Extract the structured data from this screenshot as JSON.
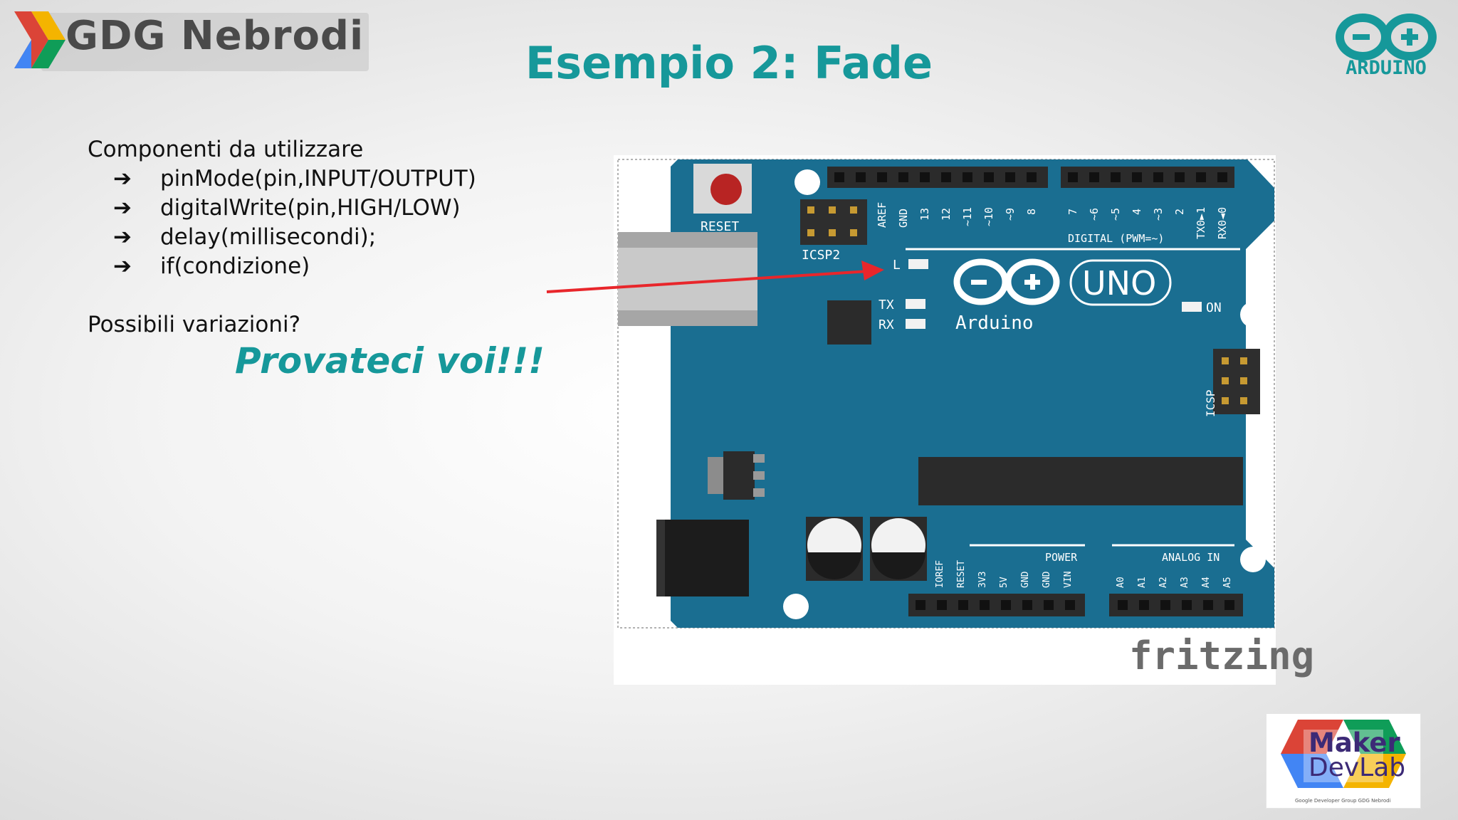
{
  "header": {
    "gdg_logo_text": "GDG Nebrodi",
    "title": "Esempio 2: Fade",
    "arduino_logo_text": "ARDUINO"
  },
  "content": {
    "components_heading": "Componenti da utilizzare",
    "bullet_symbol": "➔",
    "components": [
      "pinMode(pin,INPUT/OUTPUT)",
      "digitalWrite(pin,HIGH/LOW)",
      "delay(millisecondi);",
      "if(condizione)"
    ],
    "variations_question": "Possibili variazioni?",
    "call_to_action": "Provateci voi!!!"
  },
  "board": {
    "reset_label": "RESET",
    "icsp2_label": "ICSP2",
    "icsp_label": "ICSP",
    "l_label": "L",
    "tx_label": "TX",
    "rx_label": "RX",
    "on_label": "ON",
    "uno_label": "UNO",
    "brand_label": "Arduino",
    "digital_label": "DIGITAL (PWM=~)",
    "power_label": "POWER",
    "analog_label": "ANALOG IN",
    "digital_pins": [
      "AREF",
      "GND",
      "13",
      "12",
      "~11",
      "~10",
      "~9",
      "8",
      "7",
      "~6",
      "~5",
      "4",
      "~3",
      "2",
      "TX0►1",
      "RX0◄0"
    ],
    "power_pins": [
      "IOREF",
      "RESET",
      "3V3",
      "5V",
      "GND",
      "GND",
      "VIN"
    ],
    "analog_pins": [
      "A0",
      "A1",
      "A2",
      "A3",
      "A4",
      "A5"
    ],
    "fritzing_label": "fritzing"
  },
  "footer": {
    "maker_line1": "Maker",
    "maker_line2": "DevLab",
    "maker_caption": "Google Developer Group GDG Nebrodi"
  },
  "colors": {
    "title_teal": "#16989a",
    "board_blue": "#1a6e91",
    "arrow_red": "#e8262b",
    "reset_red": "#b82423"
  }
}
